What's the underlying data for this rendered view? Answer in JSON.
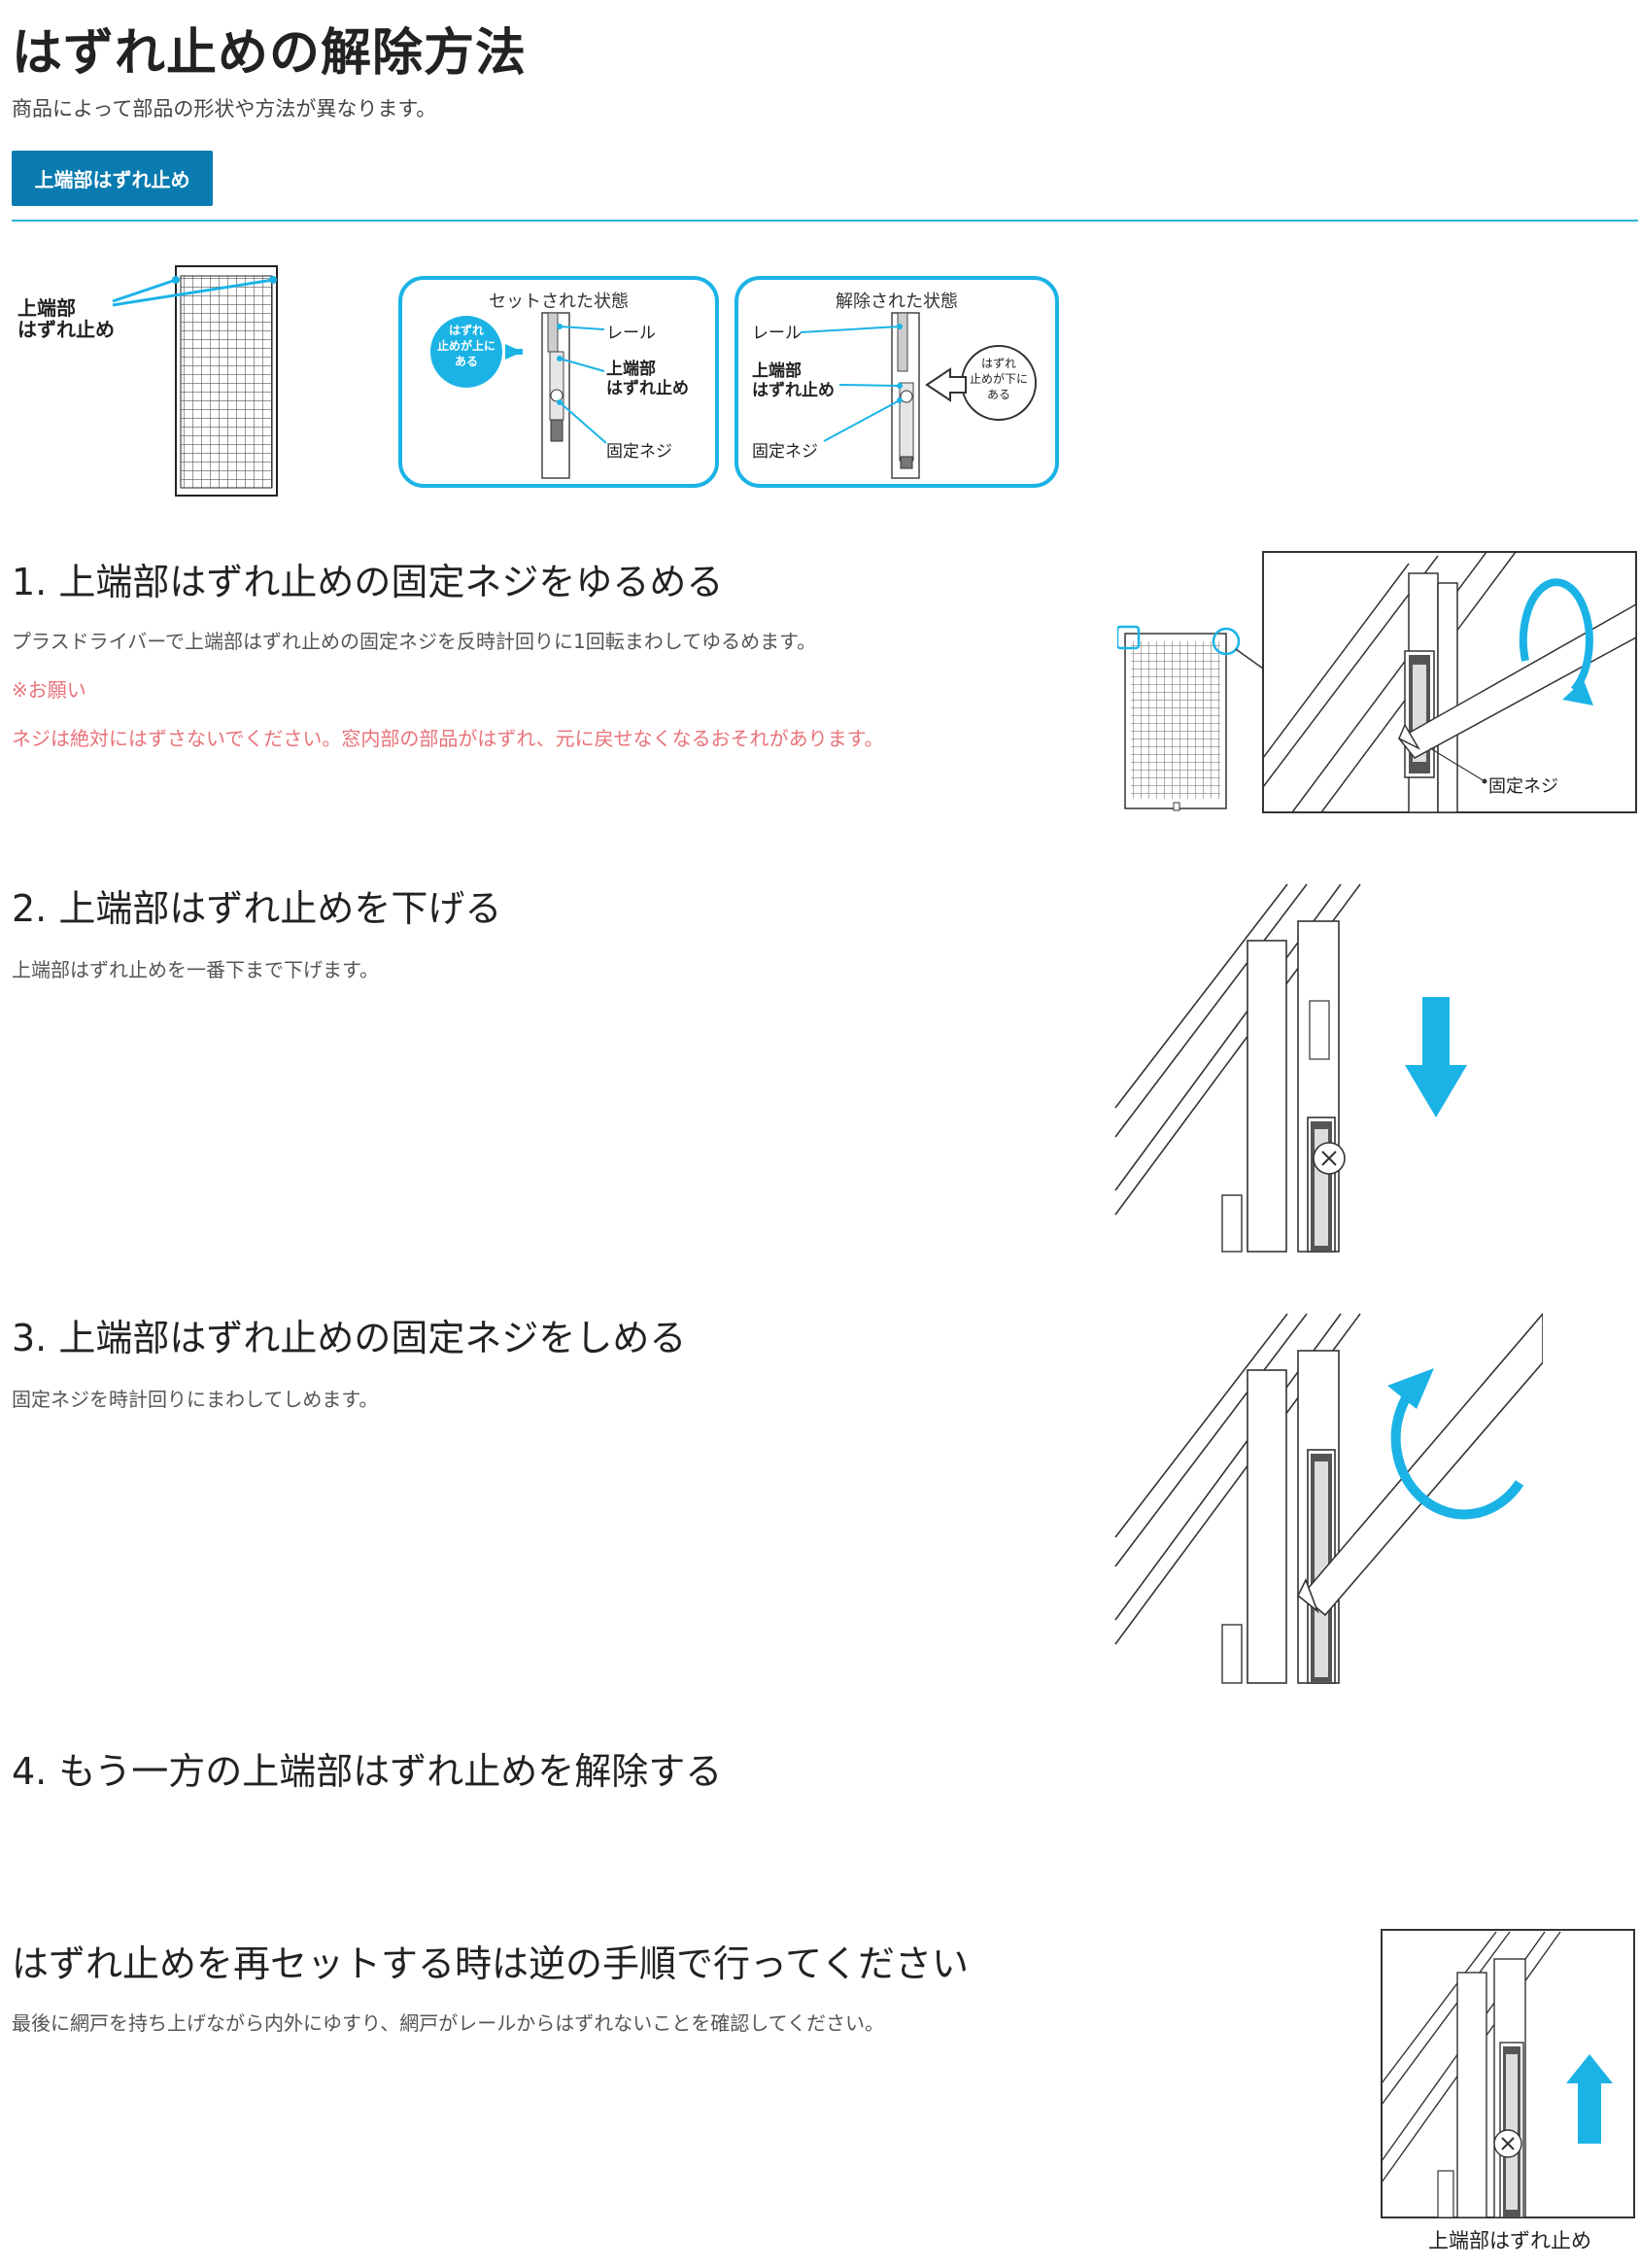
{
  "header": {
    "title": "はずれ止めの解除方法",
    "subtitle": "商品によって部品の形状や方法が異なります。"
  },
  "tab": {
    "label": "上端部はずれ止め"
  },
  "overview": {
    "door_label_line1": "上端部",
    "door_label_line2": "はずれ止め",
    "set_panel": {
      "title": "セットされた状態",
      "bubble_line1": "はずれ",
      "bubble_line2": "止めが上に",
      "bubble_line3": "ある",
      "rail": "レール",
      "stopper_line1": "上端部",
      "stopper_line2": "はずれ止め",
      "screw": "固定ネジ"
    },
    "released_panel": {
      "title": "解除された状態",
      "rail": "レール",
      "stopper_line1": "上端部",
      "stopper_line2": "はずれ止め",
      "screw": "固定ネジ",
      "bubble_line1": "はずれ",
      "bubble_line2": "止めが下に",
      "bubble_line3": "ある"
    }
  },
  "steps": [
    {
      "heading": "1. 上端部はずれ止めの固定ネジをゆるめる",
      "text": "プラスドライバーで上端部はずれ止めの固定ネジを反時計回りに1回転まわしてゆるめます。",
      "note_title": "※お願い",
      "note_text": "ネジは絶対にはずさないでください。窓内部の部品がはずれ、元に戻せなくなるおそれがあります。",
      "figure_label": "固定ネジ"
    },
    {
      "heading": "2. 上端部はずれ止めを下げる",
      "text": "上端部はずれ止めを一番下まで下げます。"
    },
    {
      "heading": "3. 上端部はずれ止めの固定ネジをしめる",
      "text": "固定ネジを時計回りにまわしてしめます。"
    },
    {
      "heading": "4. もう一方の上端部はずれ止めを解除する"
    }
  ],
  "reset": {
    "heading": "はずれ止めを再セットする時は逆の手順で行ってください",
    "text": "最後に網戸を持ち上げながら内外にゆすり、網戸がレールからはずれないことを確認してください。",
    "caption": "上端部はずれ止め"
  },
  "colors": {
    "accent": "#0a7bb0",
    "divider": "#2ab3cf",
    "cyan": "#1bb3e6",
    "warning": "#e9737a"
  }
}
